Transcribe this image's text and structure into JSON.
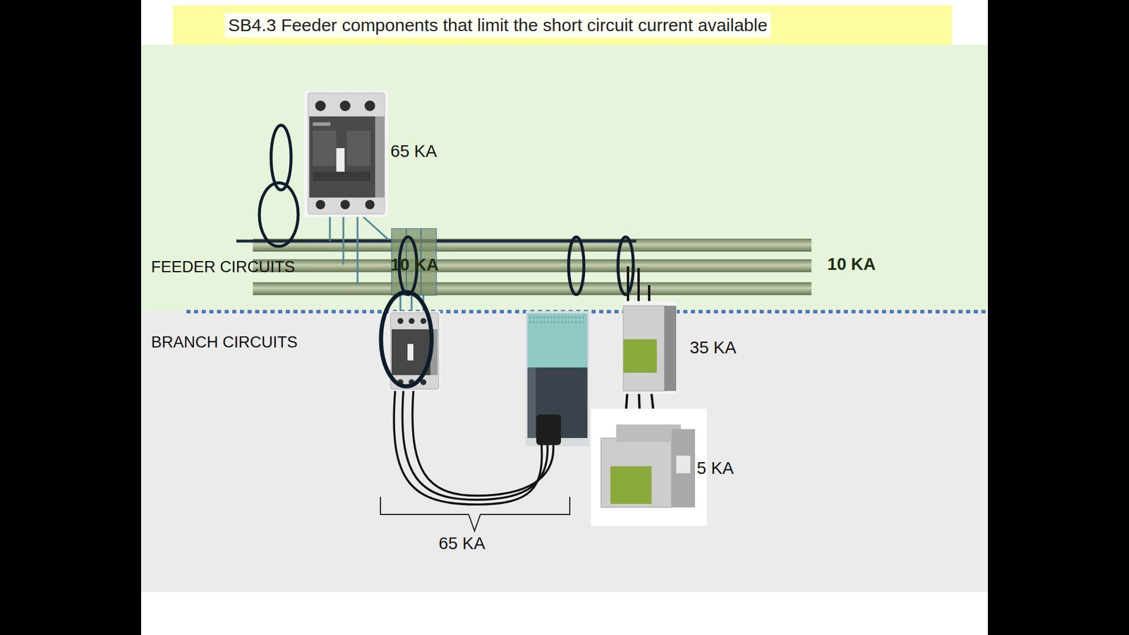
{
  "diagram": {
    "title": "SB4.3 Feeder components that limit the short circuit current available",
    "nodes": [
      {
        "text": [
          "FEEDER CIRCUITS"
        ]
      },
      {
        "text": [
          "BRANCH CIRCUITS"
        ]
      }
    ],
    "labels": [
      "65 KA",
      "10 KA",
      "10 KA",
      "35 KA",
      "5 KA",
      "65 KA"
    ]
  }
}
